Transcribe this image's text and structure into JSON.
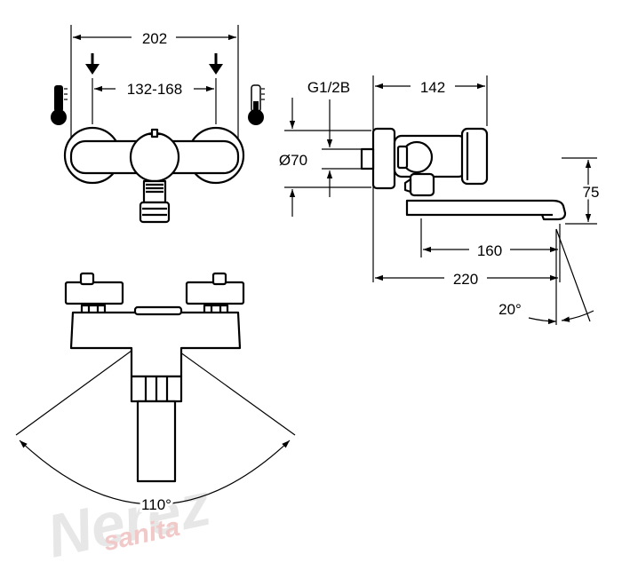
{
  "dimensions": {
    "overall_width": "202",
    "connection_spacing": "132-168",
    "thread": "G1/2B",
    "rosette_diameter": "Ø70",
    "wall_projection": "142",
    "spout_height": "75",
    "spout_reach": "160",
    "total_reach": "220",
    "spout_swivel_angle": "20°",
    "spout_swing_angle": "110°"
  },
  "watermark": {
    "line1": "Nerez",
    "line2": "sanita",
    "color_line1": "#e7e7e7",
    "color_line2": "#f2c9c9"
  },
  "icons": [
    "hot-thermometer-icon",
    "cold-thermometer-icon",
    "inlet-arrow-icon"
  ]
}
